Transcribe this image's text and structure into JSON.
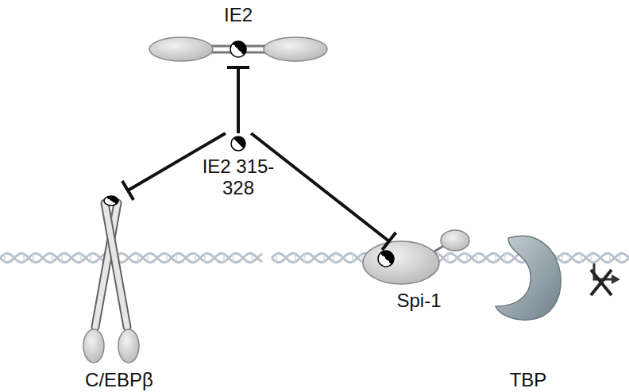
{
  "diagram": {
    "nodes": [
      {
        "text": [
          "IE2"
        ]
      },
      {
        "text": [
          "IE2 315-328"
        ]
      },
      {
        "text": [
          "C/EBPβ"
        ]
      },
      {
        "text": [
          "Spi-1"
        ]
      },
      {
        "text": [
          "TBP"
        ]
      }
    ],
    "edges": [
      {
        "from": 1,
        "to": 0,
        "arrow": "to"
      },
      {
        "from": 1,
        "to": 2,
        "arrow": "to"
      },
      {
        "from": 1,
        "to": 3,
        "arrow": "to"
      }
    ]
  }
}
